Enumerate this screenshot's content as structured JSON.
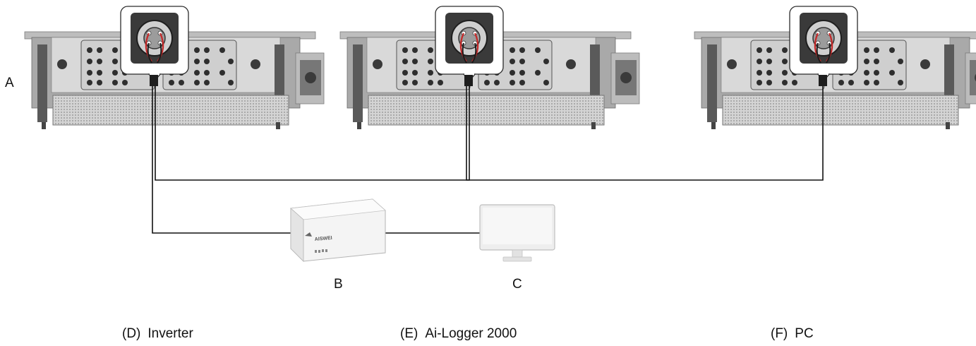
{
  "figure": {
    "labels": {
      "a": "A",
      "b": "B",
      "c": "C"
    },
    "logger_brand": "AISWEI",
    "legend": [
      {
        "code": "(D)",
        "text": "Inverter"
      },
      {
        "code": "(E)",
        "text": "Ai-Logger 2000"
      },
      {
        "code": "(F)",
        "text": "PC"
      }
    ],
    "colors": {
      "inverter_body": "#9a9a9a",
      "inverter_dark": "#4a4a4a",
      "panel": "#e2e2e2",
      "connector": "#2f2f2f",
      "cable": "#111111",
      "logger_body": "#f3f3f3",
      "monitor_body": "#eeeeee",
      "wire_red": "#c62828"
    }
  }
}
